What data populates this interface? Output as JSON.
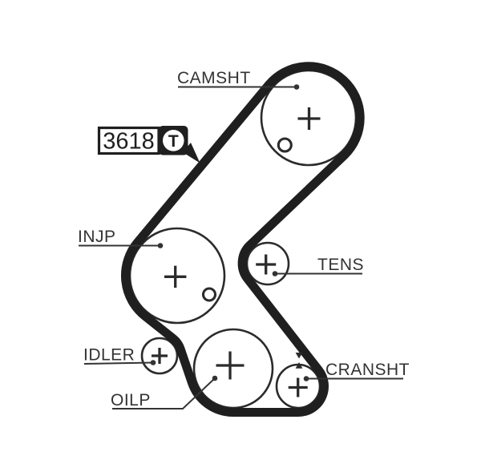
{
  "diagram": {
    "type": "timing-belt-routing-diagram",
    "badge": {
      "part_number": "3618",
      "t_mark": "T"
    },
    "labels": {
      "camsht": "CAMSHT",
      "injp": "INJP",
      "tens": "TENS",
      "idler": "IDLER",
      "oilp": "OILP",
      "cransht": "CRANSHT"
    },
    "pulleys": [
      {
        "id": "camsht",
        "label": "CAMSHT",
        "marks": [
          "center-cross",
          "timing-hole"
        ]
      },
      {
        "id": "injp",
        "label": "INJP",
        "marks": [
          "center-cross",
          "timing-hole"
        ]
      },
      {
        "id": "tens",
        "label": "TENS",
        "marks": [
          "center-cross"
        ]
      },
      {
        "id": "idler",
        "label": "IDLER",
        "marks": [
          "center-cross"
        ]
      },
      {
        "id": "oilp",
        "label": "OILP",
        "marks": [
          "center-cross"
        ]
      },
      {
        "id": "cransht",
        "label": "CRANSHT",
        "marks": [
          "center-cross",
          "alignment-arrows"
        ]
      }
    ],
    "colors": {
      "background": "#ffffff",
      "belt": "#1f1f1f",
      "line": "#2b2b2b",
      "text": "#333333"
    }
  }
}
